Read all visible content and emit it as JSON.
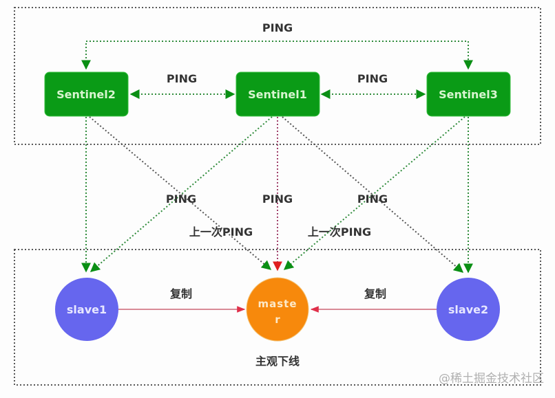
{
  "colors": {
    "sentinel": "#0a9b16",
    "sentinel_text": "#d8f5d0",
    "slave": "#6666ee",
    "slave_text": "#e8e8ff",
    "master": "#f7890c",
    "master_text": "#fde9c8",
    "ping_link": "#2e8b3a",
    "master_ping_link": "#a0406a",
    "replicate_link": "#d88a96",
    "arrow_green": "#0a8f14",
    "arrow_red": "#e02020",
    "box_border": "#555555",
    "label": "#333333",
    "watermark": "#aaaaaa"
  },
  "nodes": {
    "sentinel1": "Sentinel1",
    "sentinel2": "Sentinel2",
    "sentinel3": "Sentinel3",
    "slave1": "slave1",
    "slave2": "slave2",
    "master_line1": "maste",
    "master_line2": "r"
  },
  "labels": {
    "ping_top": "PING",
    "ping_s2_s1": "PING",
    "ping_s1_s3": "PING",
    "ping_left": "PING",
    "ping_center": "PING",
    "ping_right": "PING",
    "last_ping_left": "上一次PING",
    "last_ping_right": "上一次PING",
    "replicate_left": "复制",
    "replicate_right": "复制",
    "subjective_down": "主观下线"
  },
  "watermark": "@稀土掘金技术社区"
}
